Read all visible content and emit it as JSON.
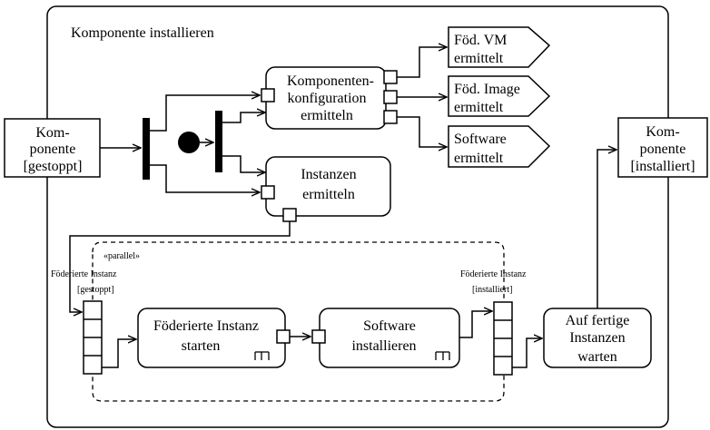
{
  "activity": {
    "title": "Komponente installieren"
  },
  "params": {
    "input": [
      "Kom-",
      "ponente",
      "[gestoppt]"
    ],
    "output": [
      "Kom-",
      "ponente",
      "[installiert]"
    ]
  },
  "actions": {
    "config": [
      "Komponenten-",
      "konfiguration",
      "ermitteln"
    ],
    "instances": [
      "Instanzen",
      "ermitteln"
    ],
    "start": [
      "Föderierte Instanz",
      "starten"
    ],
    "install": [
      "Software",
      "installieren"
    ],
    "wait": [
      "Auf fertige",
      "Instanzen",
      "warten"
    ]
  },
  "signals": {
    "vm": [
      "Föd. VM",
      "ermittelt"
    ],
    "image": [
      "Föd. Image",
      "ermittelt"
    ],
    "software": [
      "Software",
      "ermittelt"
    ]
  },
  "region": {
    "label": "«parallel»",
    "input_label": [
      "Föderierte Instanz",
      "[gestoppt]"
    ],
    "output_label": [
      "Föderierte Instanz",
      "[installiert]"
    ]
  }
}
